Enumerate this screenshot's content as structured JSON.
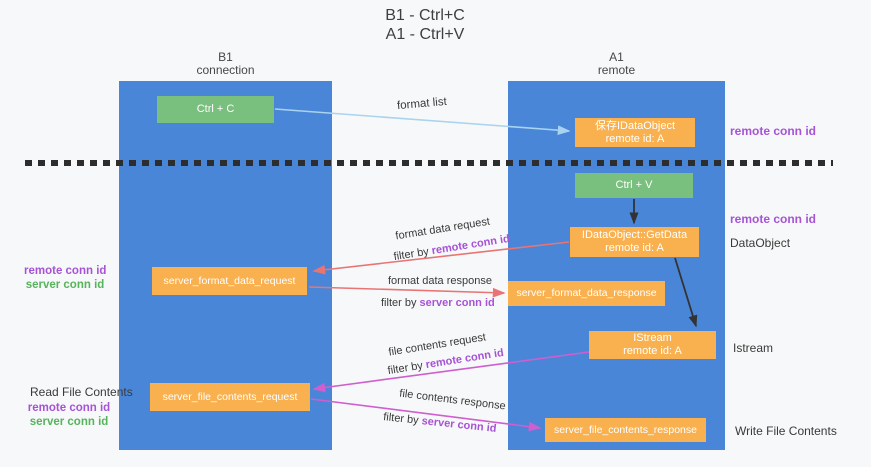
{
  "title": {
    "line1": "B1 - Ctrl+C",
    "line2": "A1 - Ctrl+V"
  },
  "lanes": {
    "left": {
      "title": "B1",
      "subtitle": "connection"
    },
    "right": {
      "title": "A1",
      "subtitle": "remote"
    }
  },
  "boxes": {
    "ctrl_c": {
      "label": "Ctrl + C"
    },
    "store_dataobject": {
      "line1": "保存IDataObject",
      "line2": "remote id: A"
    },
    "ctrl_v": {
      "label": "Ctrl + V"
    },
    "getdata": {
      "line1": "IDataObject::GetData",
      "line2": "remote id: A"
    },
    "format_request": {
      "label": "server_format_data_request"
    },
    "format_response": {
      "label": "server_format_data_response"
    },
    "istream": {
      "line1": "IStream",
      "line2": "remote id: A"
    },
    "file_request": {
      "label": "server_file_contents_request"
    },
    "file_response": {
      "label": "server_file_contents_response"
    }
  },
  "edges": {
    "format_list": {
      "label": "format list"
    },
    "format_data_request": {
      "label": "format data request",
      "filter_prefix": "filter by",
      "filter_key": "remote conn id"
    },
    "format_data_response": {
      "label": "format data response",
      "filter_prefix": "filter by",
      "filter_key": "server conn id"
    },
    "file_contents_request": {
      "label": "file contents request",
      "filter_prefix": "filter by",
      "filter_key": "remote conn id"
    },
    "file_contents_response": {
      "label": "file contents response",
      "filter_prefix": "filter by",
      "filter_key": "server conn id"
    }
  },
  "annotations": {
    "right_remote_conn_top": "remote conn id",
    "right_remote_conn_mid": "remote conn id",
    "right_dataobject": "DataObject",
    "right_istream": "Istream",
    "right_write_file": "Write File Contents",
    "left_remote_conn_top": "remote conn id",
    "left_server_conn_top": "server conn id",
    "left_read_file": "Read File Contents",
    "left_remote_conn_bottom": "remote conn id",
    "left_server_conn_bottom": "server conn id"
  },
  "colors": {
    "lane_blue": "#4a86d8",
    "green_box": "#79bf7d",
    "orange_box": "#f9b04e",
    "purple_text": "#a653d6",
    "green_text": "#57b35c",
    "arrow_blue": "#a9d3ee",
    "arrow_red": "#e87474",
    "arrow_magenta": "#cf5ecf",
    "arrow_black": "#333333",
    "background": "#f7f8f9"
  }
}
